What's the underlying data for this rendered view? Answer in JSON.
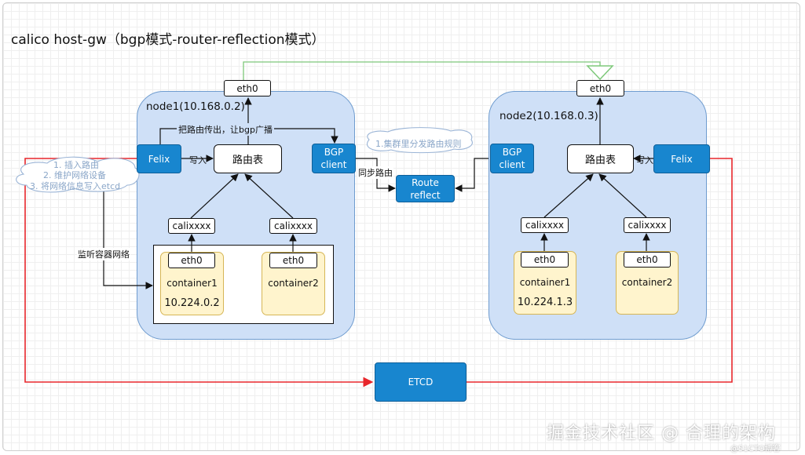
{
  "diagram": {
    "title": "calico host-gw（bgp模式-router-reflection模式）",
    "node1": {
      "title": "node1(10.168.0.2)",
      "eth0": "eth0",
      "route_table": "路由表",
      "felix": "Felix",
      "bgp_client": "BGP\nclient",
      "cali_left": "calixxxx",
      "cali_right": "calixxxx",
      "container1": {
        "eth0": "eth0",
        "name": "container1",
        "ip": "10.224.0.2"
      },
      "container2": {
        "eth0": "eth0",
        "name": "container2"
      }
    },
    "node2": {
      "title": "node2(10.168.0.3)",
      "eth0": "eth0",
      "route_table": "路由表",
      "felix": "Felix",
      "bgp_client": "BGP\nclient",
      "cali_left": "calixxxx",
      "cali_right": "calixxxx",
      "container1": {
        "eth0": "eth0",
        "name": "container1",
        "ip": "10.224.1.3"
      },
      "container2": {
        "eth0": "eth0",
        "name": "container2"
      }
    },
    "route_reflect": "Route reflect",
    "etcd": "ETCD",
    "edge_labels": {
      "write_left": "写入",
      "write_right": "写入",
      "broadcast": "把路由传出，让bgp广播",
      "sync_route": "同步路由",
      "watch_network": "监听容器网络"
    },
    "cloud_notes": {
      "felix_tasks": [
        "1. 插入路由",
        "2. 维护网络设备",
        "3. 将网络信息写入etcd"
      ],
      "distribute": "1.集群里分发路由规则"
    },
    "watermark": {
      "main": "掘金技术社区 @ 合理的架构",
      "sub": "@51CTO博客"
    },
    "colors": {
      "node_fill": "#cfe0f7",
      "blue_box": "#1886cf",
      "container_fill": "#fff4cd",
      "etcd_line": "#e8262b",
      "green_arrow": "#7ec87a"
    }
  }
}
